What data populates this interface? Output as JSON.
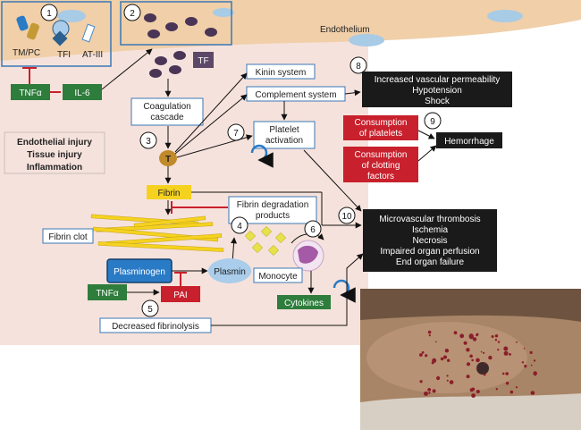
{
  "labels": {
    "endothelium": "Endothelium",
    "tm_pc": "TM/PC",
    "tfi": "TFI",
    "at3": "AT-III",
    "tf": "TF",
    "tnfa_top": "TNFα",
    "il6": "IL-6",
    "coag_l1": "Coagulation",
    "coag_l2": "cascade",
    "kinin": "Kinin system",
    "complement": "Complement system",
    "platelet_l1": "Platelet",
    "platelet_l2": "activation",
    "thrombin": "T",
    "injury_l1": "Endothelial injury",
    "injury_l2": "Tissue injury",
    "injury_l3": "Inflammation",
    "fibrin": "Fibrin",
    "fdp_l1": "Fibrin degradation",
    "fdp_l2": "products",
    "fibrin_clot": "Fibrin clot",
    "plasminogen": "Plasminogen",
    "plasmin": "Plasmin",
    "monocyte": "Monocyte",
    "tnfa_bottom": "TNFα",
    "pai": "PAI",
    "cytokines": "Cytokines",
    "decreased_fib": "Decreased fibrinolysis",
    "outcome8_l1": "Increased vascular permeability",
    "outcome8_l2": "Hypotension",
    "outcome8_l3": "Shock",
    "cons_platelets_l1": "Consumption",
    "cons_platelets_l2": "of platelets",
    "cons_clot_l1": "Consumption",
    "cons_clot_l2": "of clotting",
    "cons_clot_l3": "factors",
    "hemorrhage": "Hemorrhage",
    "outcome10_l1": "Microvascular thrombosis",
    "outcome10_l2": "Ischemia",
    "outcome10_l3": "Necrosis",
    "outcome10_l4": "Impaired organ perfusion",
    "outcome10_l5": "End organ failure"
  },
  "steps": [
    "1",
    "2",
    "3",
    "4",
    "5",
    "6",
    "7",
    "8",
    "9",
    "10"
  ],
  "colors": {
    "background": "#f6e2dc",
    "endothelium": "#f0cfa9",
    "blue_box": "#3a78b5",
    "green": "#2e7d3c",
    "red": "#c8202c",
    "black": "#1a1a1a",
    "fibrin_yellow": "#f5d21f",
    "plasminogen_blue": "#2a7bc6",
    "plasmin_blue": "#a9cdea",
    "tf_purple": "#5e4868",
    "cell_purple": "#4a3556",
    "thrombin": "#c08a2a",
    "monocyte": "#a45aa6"
  }
}
